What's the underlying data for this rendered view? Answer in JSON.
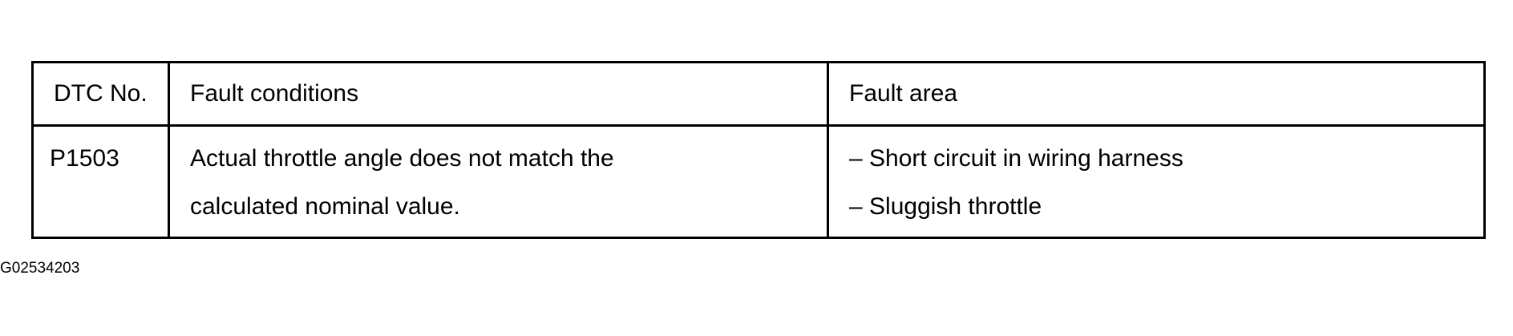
{
  "table": {
    "headers": [
      "DTC No.",
      "Fault conditions",
      "Fault area"
    ],
    "rows": [
      {
        "dtc": "P1503",
        "conditions": [
          "Actual throttle angle does not match the",
          "calculated nominal value."
        ],
        "areas": [
          "– Short circuit in wiring harness",
          "– Sluggish throttle"
        ]
      }
    ]
  },
  "figure_id": "G02534203"
}
